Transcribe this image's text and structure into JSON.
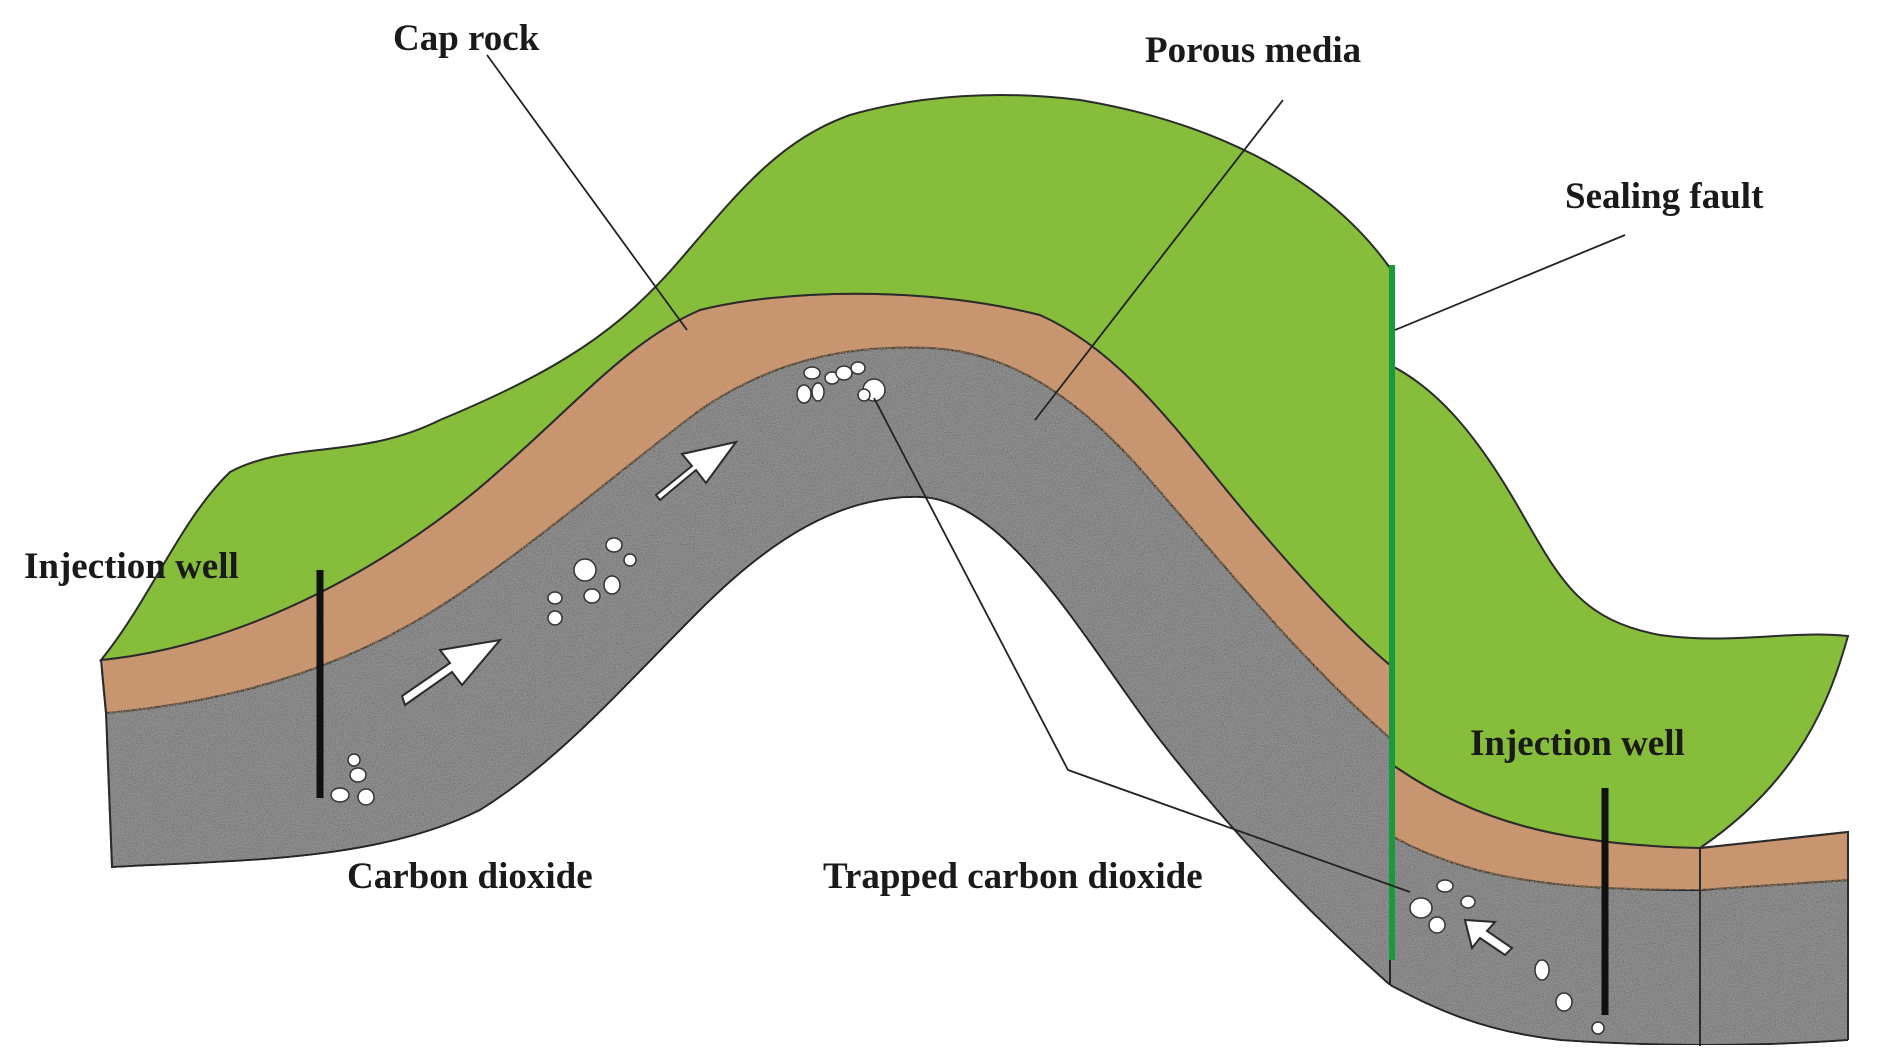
{
  "labels": {
    "cap_rock": "Cap rock",
    "porous_media": "Porous media",
    "sealing_fault": "Sealing fault",
    "injection_well_left": "Injection well",
    "injection_well_right": "Injection well",
    "carbon_dioxide": "Carbon dioxide",
    "trapped_carbon_dioxide": "Trapped carbon dioxide"
  },
  "colors": {
    "overburden_green": "#86bd3a",
    "cap_rock_brown": "#c9906b",
    "porous_gray": "#9a9a9a",
    "fault_green": "#1a9a3c",
    "well_black": "#111111",
    "outline": "#2b2b2b"
  }
}
